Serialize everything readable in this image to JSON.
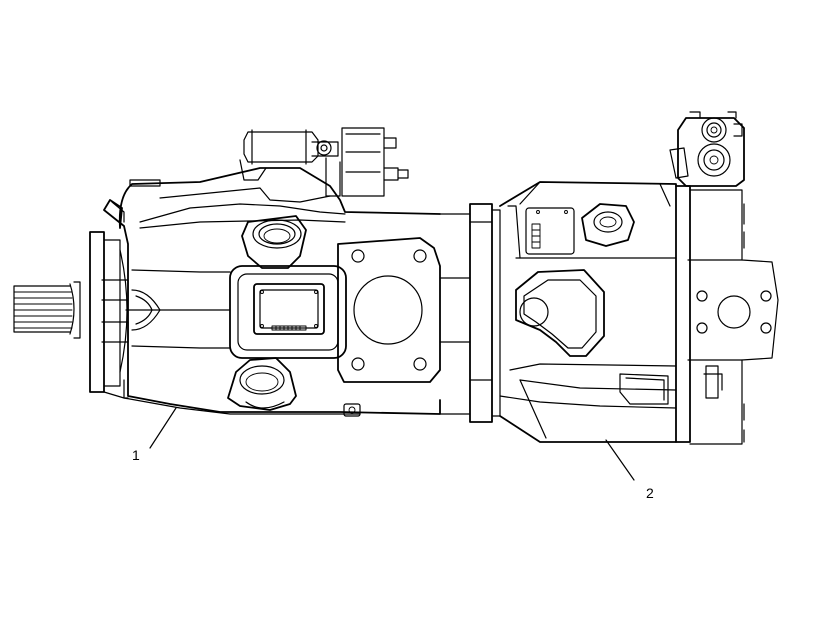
{
  "callouts": [
    {
      "label": "1"
    },
    {
      "label": "2"
    }
  ],
  "parts": {
    "pump_1": "pump-section-1",
    "pump_2": "pump-section-2"
  },
  "colors": {
    "line": "#000000",
    "background": "#ffffff"
  }
}
